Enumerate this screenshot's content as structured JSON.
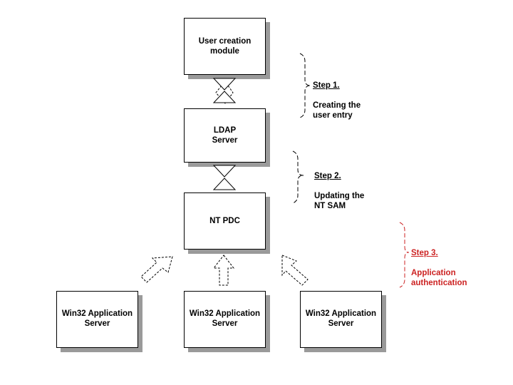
{
  "boxes": {
    "user_creation": "User creation\nmodule",
    "ldap": "LDAP\nServer",
    "nt_pdc": "NT PDC",
    "win32_left": "Win32 Application\nServer",
    "win32_mid": "Win32 Application\nServer",
    "win32_right": "Win32 Application\nServer"
  },
  "steps": [
    {
      "title": "Step 1.",
      "text": "Creating the\nuser entry",
      "color": "#000000"
    },
    {
      "title": "Step 2.",
      "text": "Updating the\nNT SAM",
      "color": "#000000"
    },
    {
      "title": "Step 3.",
      "text": "Application\nauthentication",
      "color": "#cc2222"
    }
  ],
  "colors": {
    "line": "#000000",
    "shadow": "#9a9a9a",
    "highlight": "#cc2222"
  }
}
